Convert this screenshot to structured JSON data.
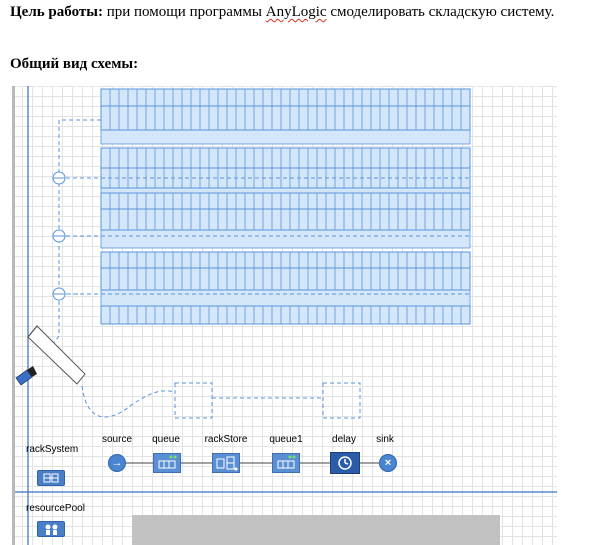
{
  "doc": {
    "goal_label": "Цель работы:",
    "goal_text_a": " при помощи программы ",
    "goal_anylogic": "AnyLogic",
    "goal_text_b": " смоделировать складскую систему.",
    "section_title": "Общий вид схемы:"
  },
  "diagram": {
    "rack_system_label": "rackSystem",
    "resource_pool_label": "resourcePool",
    "blocks": [
      {
        "id": "source",
        "label": "source",
        "icon": "source-arrow-icon"
      },
      {
        "id": "queue",
        "label": "queue",
        "icon": "queue-icon"
      },
      {
        "id": "rackStore",
        "label": "rackStore",
        "icon": "rack-store-icon"
      },
      {
        "id": "queue1",
        "label": "queue1",
        "icon": "queue-icon"
      },
      {
        "id": "delay",
        "label": "delay",
        "icon": "clock-icon"
      },
      {
        "id": "sink",
        "label": "sink",
        "icon": "sink-x-icon"
      }
    ],
    "colors": {
      "rack_fill": "#d4e6fa",
      "rack_line": "#5a94dc",
      "path_dash": "#5a94dc",
      "block_blue": "#5b8fd3",
      "delay_dark": "#2b5ca8",
      "resource_bar": "#c2c2c2"
    }
  }
}
